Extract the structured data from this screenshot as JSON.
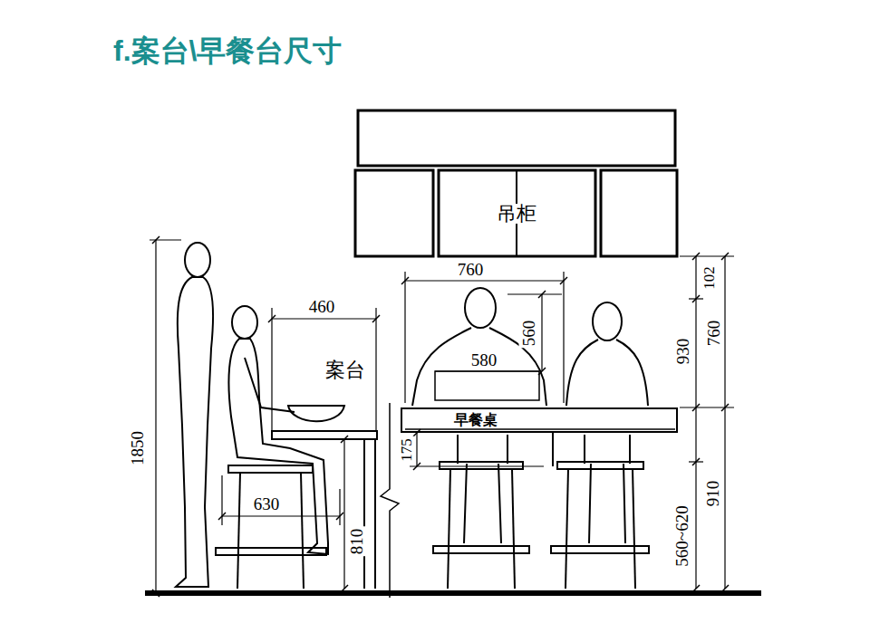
{
  "diagram": {
    "title": "f.案台\\早餐台尺寸",
    "nodes": [
      {
        "text": [
          "吊柜"
        ]
      },
      {
        "text": [
          "早餐桌"
        ]
      }
    ],
    "labels": [
      "460",
      "案台",
      "760",
      "580",
      "560",
      "102",
      "930",
      "760",
      "1850",
      "175",
      "910",
      "560~620",
      "630",
      "810"
    ]
  }
}
